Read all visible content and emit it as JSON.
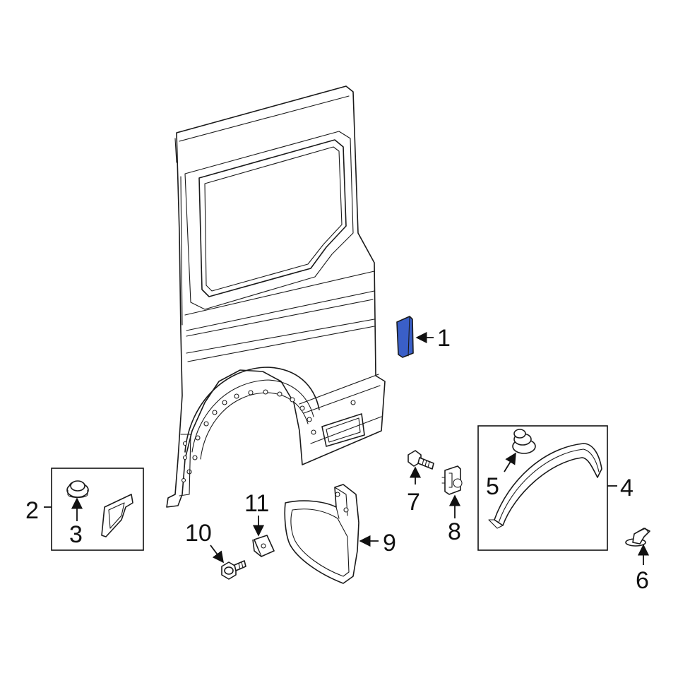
{
  "highlight_color": "#3a5fc8",
  "line_color": "#1a1a1a",
  "callouts": [
    {
      "id": "1",
      "label": "1"
    },
    {
      "id": "2",
      "label": "2"
    },
    {
      "id": "3",
      "label": "3"
    },
    {
      "id": "4",
      "label": "4"
    },
    {
      "id": "5",
      "label": "5"
    },
    {
      "id": "6",
      "label": "6"
    },
    {
      "id": "7",
      "label": "7"
    },
    {
      "id": "8",
      "label": "8"
    },
    {
      "id": "9",
      "label": "9"
    },
    {
      "id": "10",
      "label": "10"
    },
    {
      "id": "11",
      "label": "11"
    }
  ]
}
